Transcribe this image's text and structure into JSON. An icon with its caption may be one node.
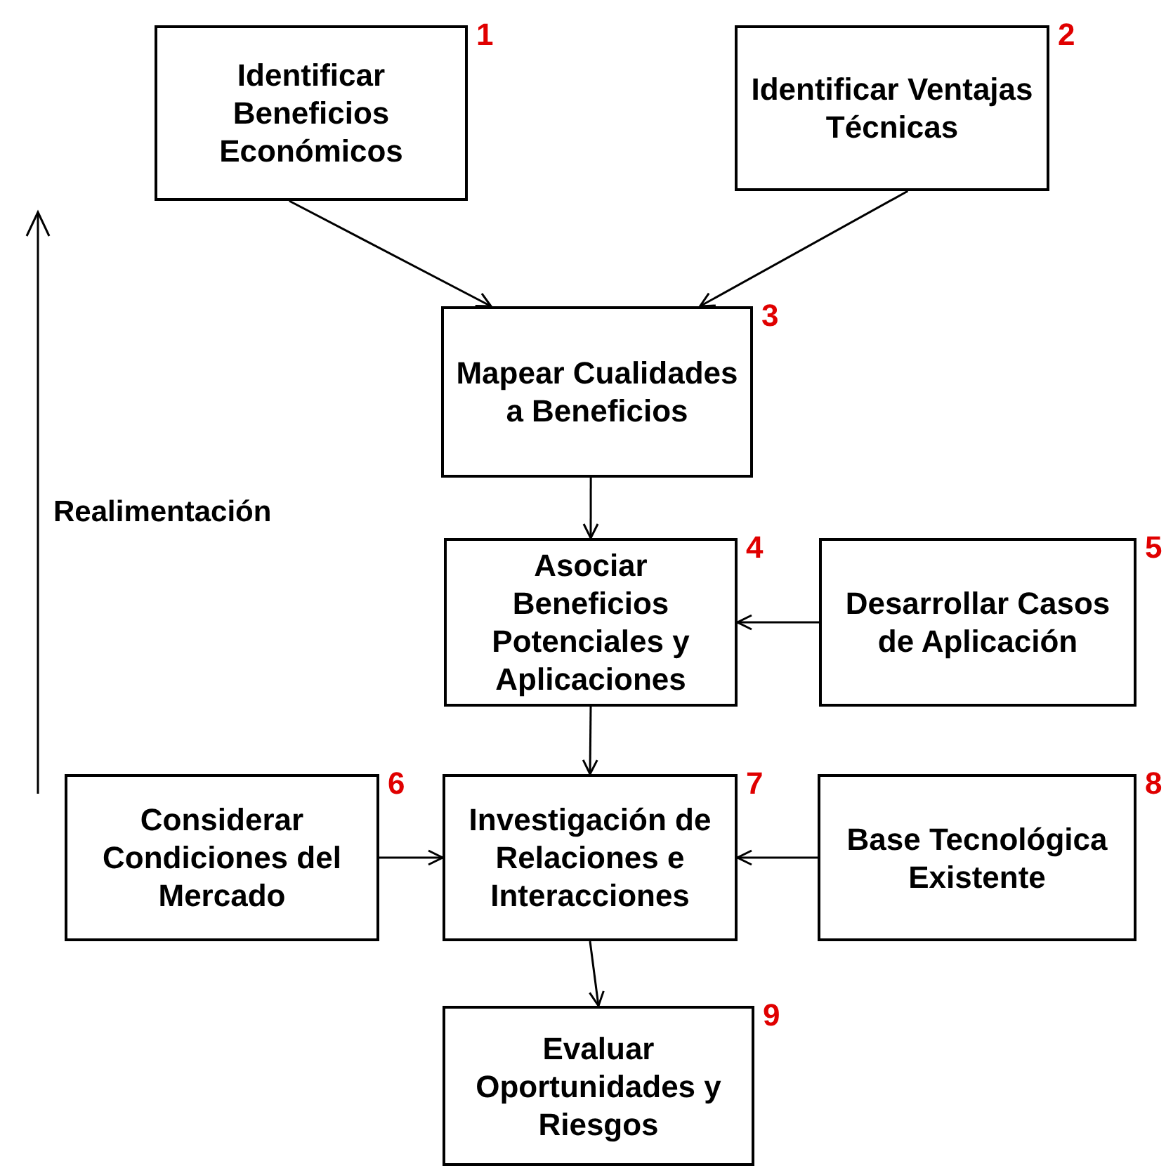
{
  "diagram": {
    "nodes": [
      {
        "text": [
          "Identificar Beneficios Económicos"
        ],
        "beside": [
          "1"
        ]
      },
      {
        "text": [
          "Identificar Ventajas Técnicas"
        ],
        "beside": [
          "2"
        ]
      },
      {
        "text": [
          "Mapear Cualidades a Beneficios"
        ],
        "beside": [
          "3"
        ]
      },
      {
        "text": [
          "Asociar Beneficios Potenciales y Aplicaciones"
        ],
        "beside": [
          "4"
        ]
      },
      {
        "text": [
          "Desarrollar Casos de Aplicación"
        ],
        "beside": [
          "5"
        ]
      },
      {
        "text": [
          "Considerar Condiciones del Mercado"
        ],
        "beside": [
          "6"
        ]
      },
      {
        "text": [
          "Investigación de Relaciones e Interacciones"
        ],
        "beside": [
          "7"
        ]
      },
      {
        "text": [
          "Base Tecnológica Existente"
        ],
        "beside": [
          "8"
        ]
      },
      {
        "text": [
          "Evaluar Oportunidades y Riesgos"
        ],
        "beside": [
          "9"
        ]
      }
    ],
    "edges": [
      {
        "from": 0,
        "to": 2,
        "arrow": "to"
      },
      {
        "from": 1,
        "to": 2,
        "arrow": "to"
      },
      {
        "from": 2,
        "to": 3,
        "arrow": "to"
      },
      {
        "from": 4,
        "to": 3,
        "arrow": "to"
      },
      {
        "from": 3,
        "to": 6,
        "arrow": "to"
      },
      {
        "from": 5,
        "to": 6,
        "arrow": "to"
      },
      {
        "from": 7,
        "to": 6,
        "arrow": "to"
      },
      {
        "from": 6,
        "to": 8,
        "arrow": "to"
      }
    ],
    "labels": [
      "Realimentación"
    ]
  }
}
